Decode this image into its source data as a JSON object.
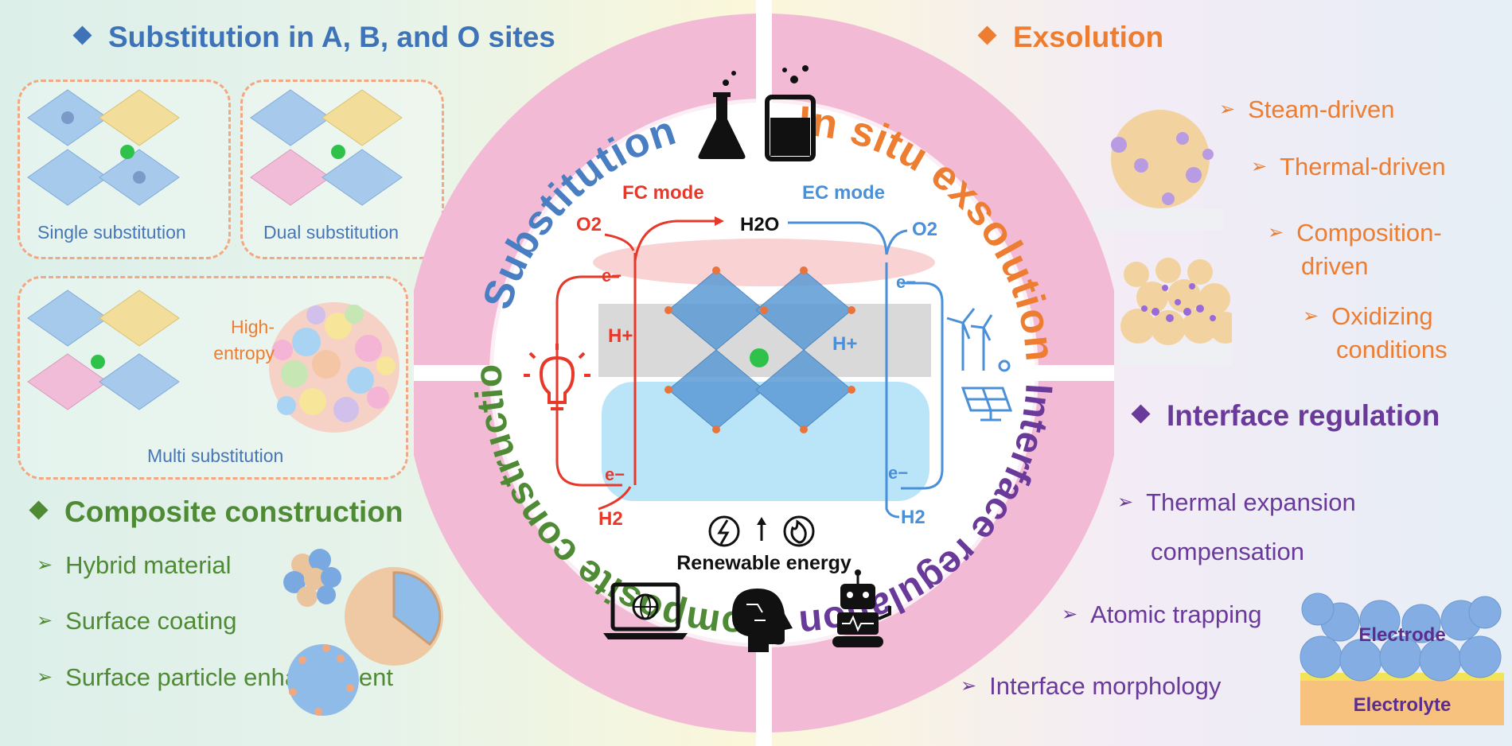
{
  "sections": {
    "substitution": {
      "header": "Substitution in A, B, and O sites",
      "single": "Single substitution",
      "dual": "Dual substitution",
      "multi": "Multi substitution",
      "high_entropy_line1": "High-",
      "high_entropy_line2": "entropy"
    },
    "exsolution": {
      "header": "Exsolution",
      "items": [
        "Steam-driven",
        "Thermal-driven",
        "Composition-",
        "driven",
        "Oxidizing",
        "conditions"
      ]
    },
    "composite": {
      "header": "Composite construction",
      "items": [
        "Hybrid material",
        "Surface coating",
        "Surface particle enhancement"
      ]
    },
    "interface": {
      "header": "Interface regulation",
      "items": [
        "Thermal expansion",
        "compensation",
        "Atomic trapping",
        "Interface morphology"
      ],
      "electrode": "Electrode",
      "electrolyte": "Electrolyte"
    }
  },
  "ring": {
    "quadrants": [
      "Substitution",
      "In situ exsolution",
      "Interface regulation",
      "Composite construction"
    ]
  },
  "center": {
    "fc_mode": "FC mode",
    "ec_mode": "EC mode",
    "h2o": "H2O",
    "o2": "O2",
    "h2": "H2",
    "electron": "e−",
    "proton": "H+",
    "renewable": "Renewable energy"
  },
  "colors": {
    "blue": "#3f73b8",
    "orange": "#ed7d31",
    "green": "#4f8a35",
    "purple": "#6a3a9a",
    "ring": "#f2b8d6",
    "fc_red": "#e8382a",
    "ec_blue": "#4a90d9"
  },
  "icons": [
    "flask-icon",
    "beaker-icon",
    "lightbulb-icon",
    "wind-turbine-icon",
    "solar-panel-icon",
    "lightning-icon",
    "flame-icon",
    "laptop-globe-icon",
    "ai-head-icon",
    "robot-icon"
  ]
}
